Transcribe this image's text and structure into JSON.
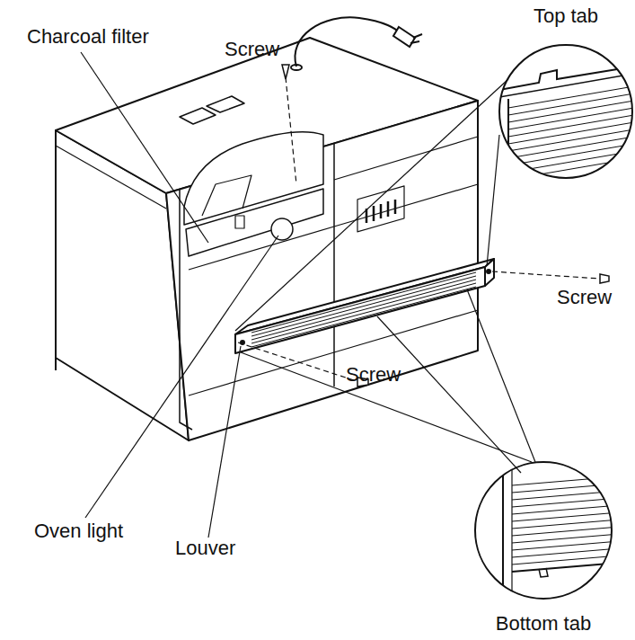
{
  "diagram": {
    "nodes": [
      {
        "text": [
          "Top tab"
        ]
      },
      {
        "text": [
          "Bottom tab"
        ]
      }
    ],
    "labels": [
      "Charcoal filter",
      "Screw",
      "Screw",
      "Screw",
      "Oven light",
      "Louver"
    ]
  }
}
